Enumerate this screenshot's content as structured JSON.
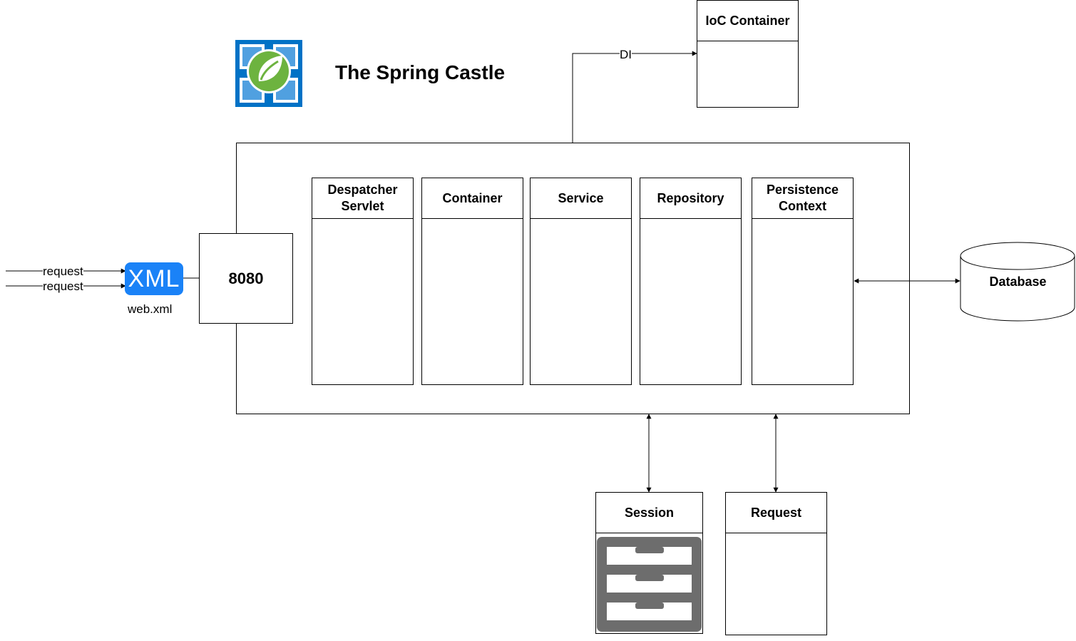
{
  "title": "The Spring Castle",
  "ioc": {
    "label": "IoC Container"
  },
  "di_label": "DI",
  "port": {
    "label": "8080"
  },
  "web_xml": {
    "badge": "XML",
    "caption": "web.xml"
  },
  "requests": [
    "request",
    "request"
  ],
  "lanes": [
    {
      "label": "Despatcher Servlet"
    },
    {
      "label": "Container"
    },
    {
      "label": "Service"
    },
    {
      "label": "Repository"
    },
    {
      "label": "Persistence Context"
    }
  ],
  "database": {
    "label": "Database"
  },
  "session": {
    "label": "Session"
  },
  "request_box": {
    "label": "Request"
  },
  "icons": {
    "logo": "spring-castle-logo-icon",
    "drawer": "file-cabinet-icon"
  },
  "colors": {
    "spring_green": "#6db33f",
    "azure_blue": "#0072c6",
    "xml_blue": "#1a82f7",
    "cabinet_gray": "#6d6d6d"
  }
}
